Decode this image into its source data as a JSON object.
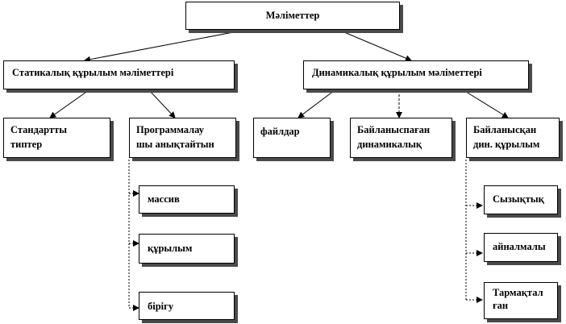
{
  "nodes": {
    "root": {
      "label": "Мәліметтер"
    },
    "static": {
      "label": "Статикалық құрылым мәліметтері"
    },
    "dynamic": {
      "label": "Динамикалық құрылым мәліметтері"
    },
    "standard": {
      "label_line1": "Стандартты",
      "label_line2": "типтер"
    },
    "programmer": {
      "label_line1": "Программалау",
      "label_line2": "шы анықтайтын"
    },
    "files": {
      "label": "файлдар"
    },
    "unlinked": {
      "label_line1": "Байланыспаған",
      "label_line2": "динамикалық"
    },
    "linked": {
      "label_line1": "Байланысқан",
      "label_line2": "дин. құрылым"
    },
    "array": {
      "label": "массив"
    },
    "struct": {
      "label": "құрылым"
    },
    "union": {
      "label": "бірігу"
    },
    "linear": {
      "label": "Сызықтық"
    },
    "cyclic": {
      "label": "айналмалы"
    },
    "tree": {
      "label_line1": "Тармақтал",
      "label_line2": "ған"
    }
  },
  "colors": {
    "line": "#000000",
    "shadow": "#4a4a4a",
    "background": "#ffffff"
  }
}
